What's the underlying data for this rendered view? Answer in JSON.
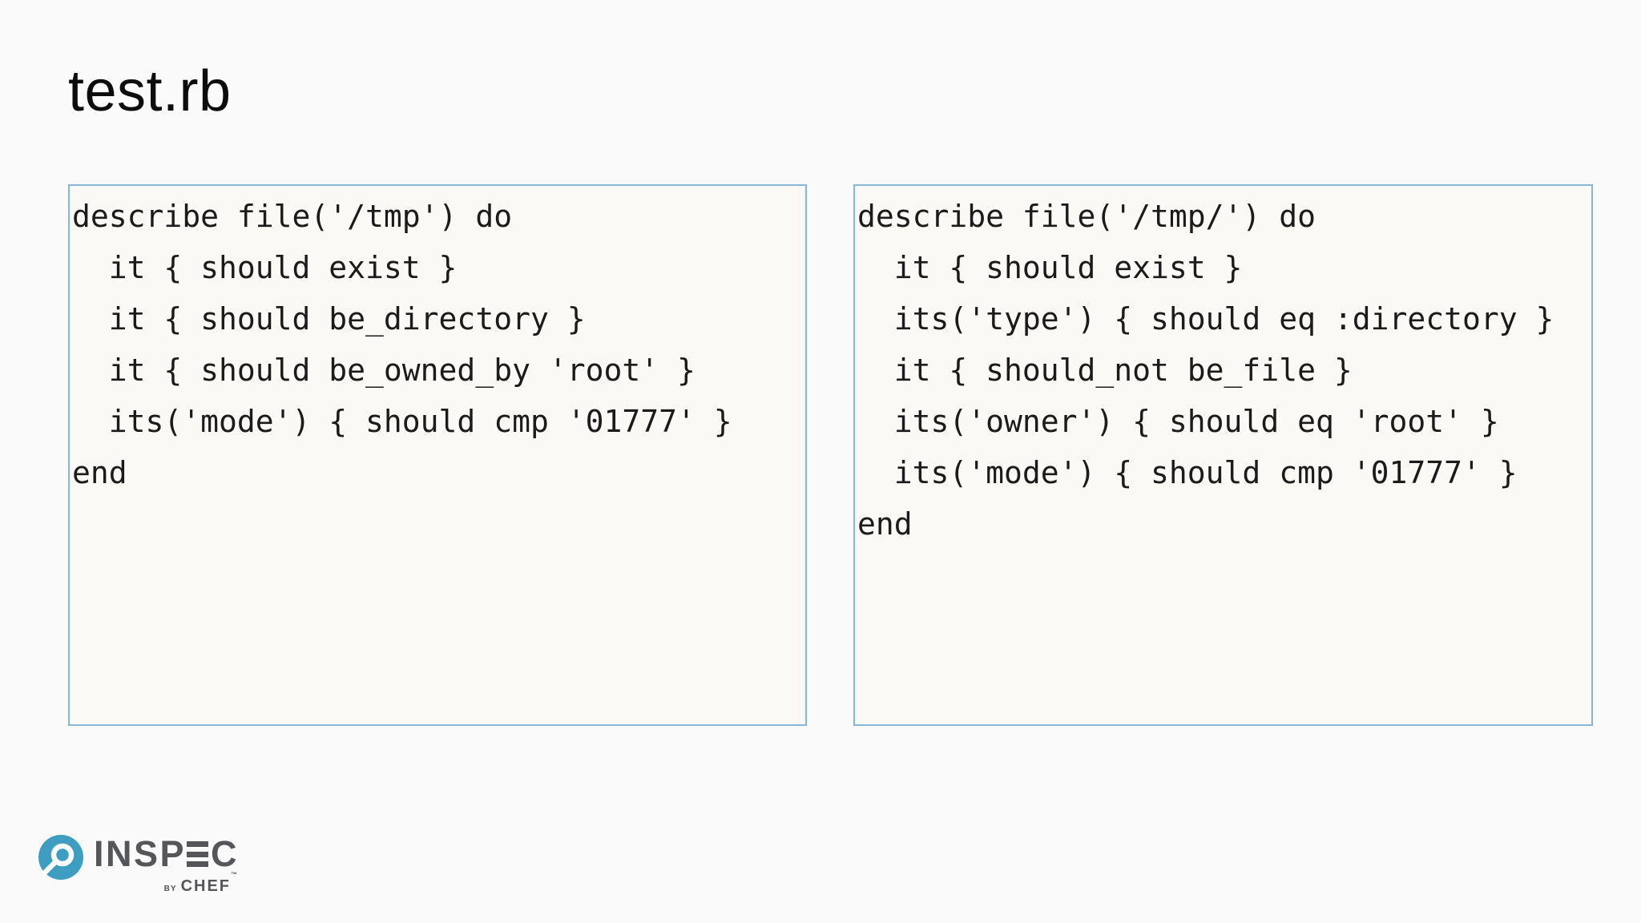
{
  "slide": {
    "title": "test.rb",
    "background_color": "#fafafb"
  },
  "code_panels": [
    {
      "name": "left",
      "lines": [
        "describe file('/tmp') do",
        "  it { should exist }",
        "  it { should be_directory }",
        "  it { should be_owned_by 'root' }",
        "  its('mode') { should cmp '01777' }",
        "end"
      ]
    },
    {
      "name": "right",
      "lines": [
        "describe file('/tmp/') do",
        "  it { should exist }",
        "  its('type') { should eq :directory }",
        "  it { should_not be_file }",
        "  its('owner') { should eq 'root' }",
        "  its('mode') { should cmp '01777' }",
        "end"
      ]
    }
  ],
  "panel_style": {
    "border_color": "#86b7d6",
    "background_color": "#fbf9f6",
    "text_color": "#1b1b1b"
  },
  "logo": {
    "icon": "magnifier-icon",
    "icon_color": "#3d9ec2",
    "wordmark": "INSPEC",
    "wordmark_part_before_e": "INSP",
    "wordmark_part_after_e": "C",
    "wordmark_color": "#55565a",
    "byline_prefix": "BY",
    "byline_brand": "CHEF",
    "trademark": "™"
  }
}
